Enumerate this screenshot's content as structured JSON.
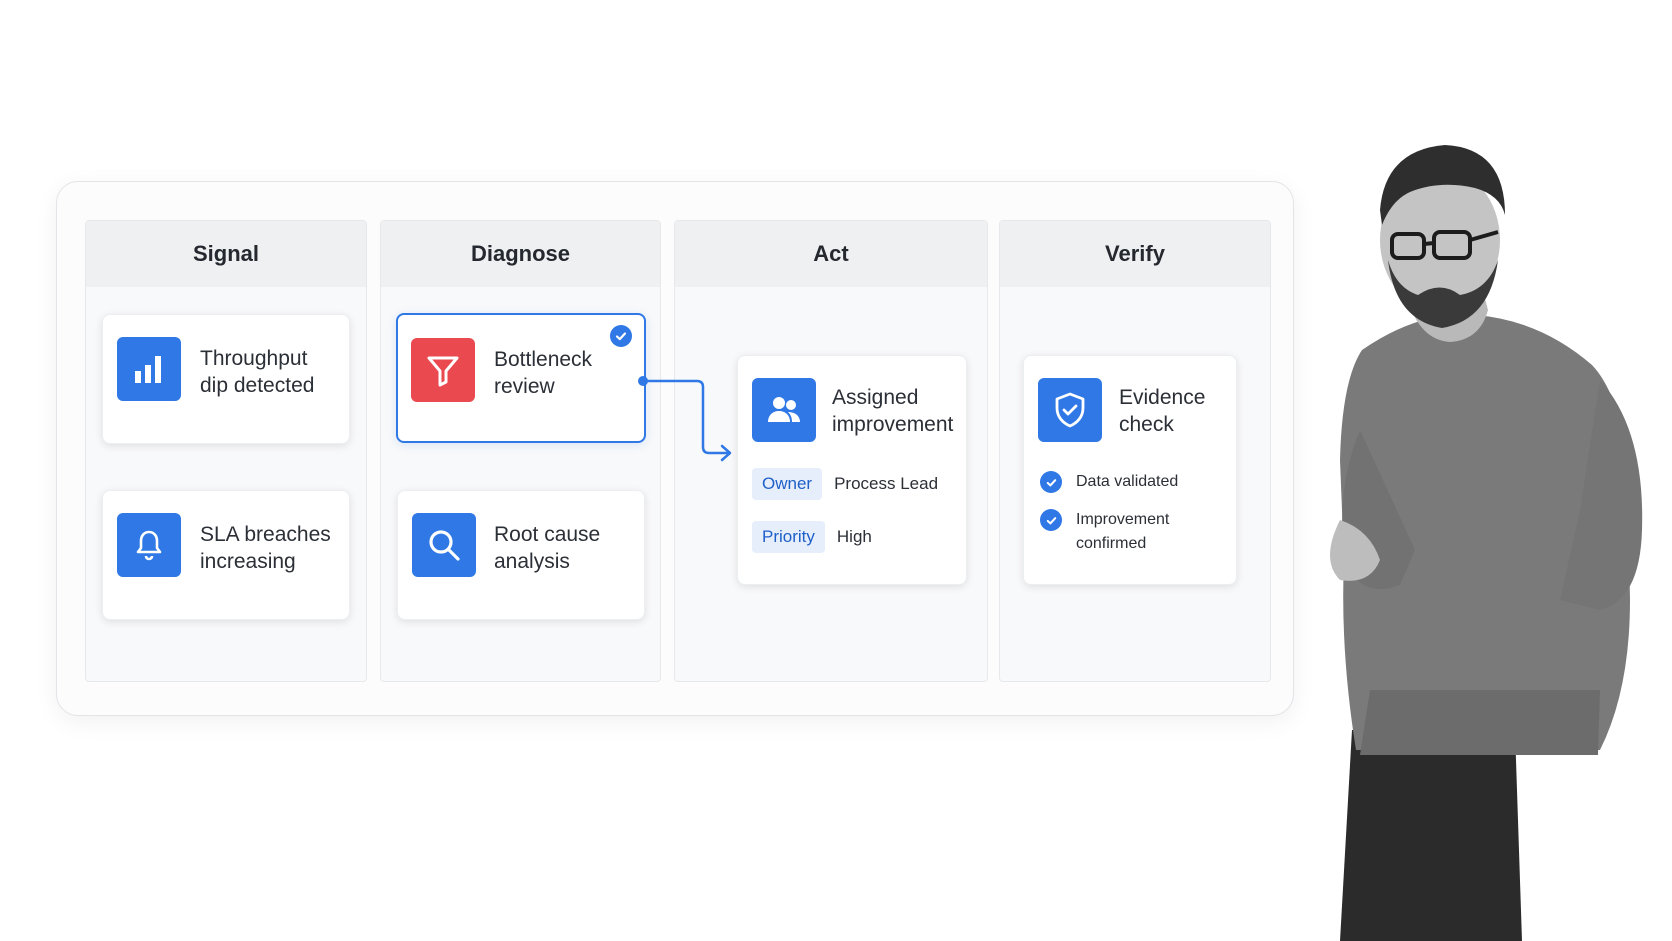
{
  "lanes": [
    {
      "title": "Signal"
    },
    {
      "title": "Diagnose"
    },
    {
      "title": "Act"
    },
    {
      "title": "Verify"
    }
  ],
  "signal": {
    "card1": {
      "text": "Throughput\ndip detected",
      "icon": "bar-chart-icon"
    },
    "card2": {
      "text": "SLA breaches\nincreasing",
      "icon": "bell-icon"
    }
  },
  "diagnose": {
    "card1": {
      "text": "Bottleneck\nreview",
      "icon": "funnel-icon",
      "selected": true
    },
    "card2": {
      "text": "Root cause\nanalysis",
      "icon": "search-icon"
    }
  },
  "act": {
    "card": {
      "text": "Assigned\nimprovement",
      "icon": "users-icon",
      "fields": [
        {
          "label": "Owner",
          "value": "Process Lead"
        },
        {
          "label": "Priority",
          "value": "High"
        }
      ]
    }
  },
  "verify": {
    "card": {
      "text": "Evidence\ncheck",
      "icon": "shield-check-icon",
      "checks": [
        {
          "text": "Data validated"
        },
        {
          "text": "Improvement\nconfirmed"
        }
      ]
    }
  },
  "colors": {
    "accent": "#2f78e6",
    "alert": "#ea4a4f",
    "chip_bg": "#e6eefb"
  }
}
